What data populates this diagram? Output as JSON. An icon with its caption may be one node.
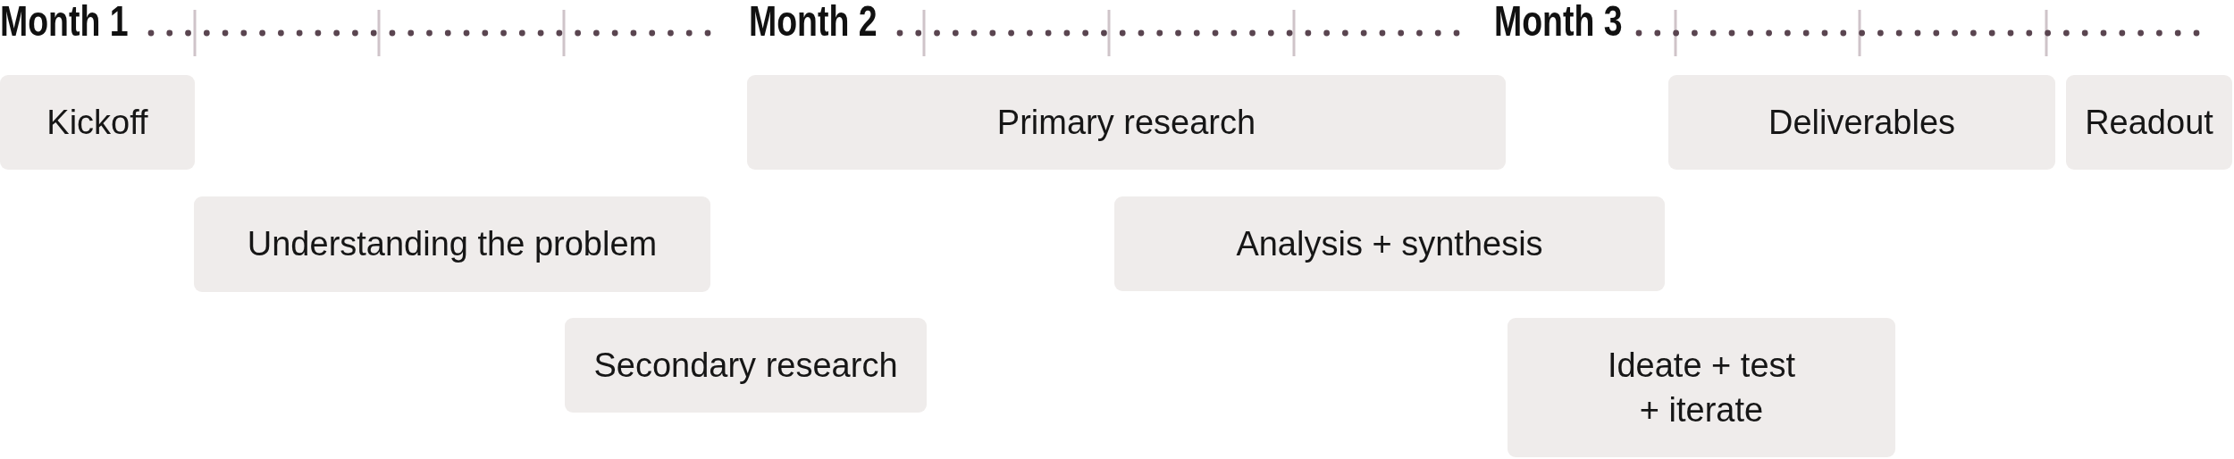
{
  "diagram": {
    "nodes": [
      {
        "text": [
          "Kickoff"
        ]
      },
      {
        "text": [
          "Primary research"
        ]
      },
      {
        "text": [
          "Deliverables"
        ]
      },
      {
        "text": [
          "Readout"
        ]
      },
      {
        "text": [
          "Understanding the problem"
        ]
      },
      {
        "text": [
          "Analysis + synthesis"
        ]
      },
      {
        "text": [
          "Secondary research"
        ]
      },
      {
        "text": [
          "Ideate + test + iterate"
        ]
      }
    ],
    "labels": [
      "Month 1",
      "Month 2",
      "Month 3"
    ]
  }
}
